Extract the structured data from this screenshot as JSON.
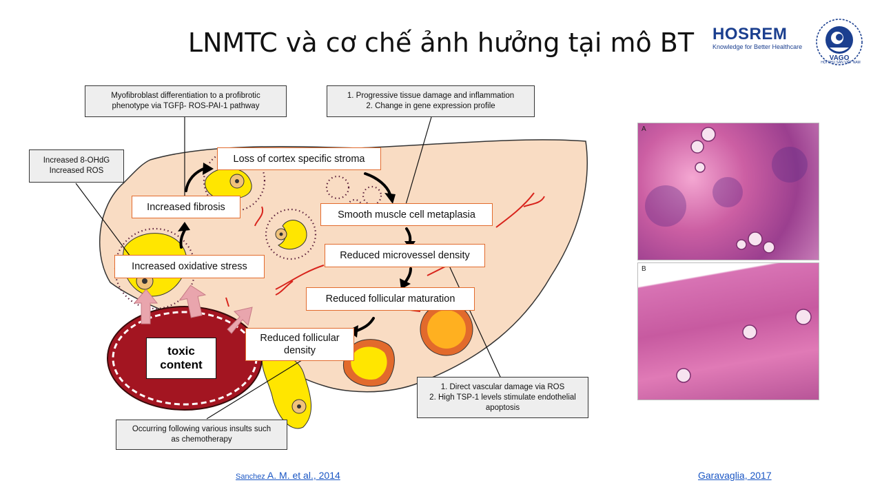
{
  "slide": {
    "title": "LNMTC và cơ chế ảnh hưởng tại mô BT"
  },
  "logos": {
    "hosrem_name": "HOSREM",
    "hosrem_tagline": "Knowledge for Better Healthcare",
    "vago_name": "VAGO",
    "vago_subtitle": "HỘI PHỤ SẢN VIỆT NAM"
  },
  "diagram": {
    "steps": [
      "Increased oxidative stress",
      "Increased fibrosis",
      "Loss of cortex specific stroma",
      "Smooth muscle cell metaplasia",
      "Reduced microvessel density",
      "Reduced follicular maturation",
      "Reduced follicular density"
    ],
    "notes": {
      "ohdg": "Increased 8-OHdG\nIncreased ROS",
      "myofibroblast": "Myofibroblast differentiation to a profibrotic phenotype via TGFβ- ROS-PAI-1 pathway",
      "progressive": "1. Progressive tissue damage and inflammation\n2. Change in gene expression profile",
      "vascular": "1. Direct vascular damage via ROS\n2. High TSP-1 levels stimulate endothelial apoptosis",
      "insults": "Occurring following various insults such as chemotherapy"
    },
    "toxic_label": "toxic content"
  },
  "histology": {
    "panel_a_label": "A",
    "panel_b_label": "B"
  },
  "references": {
    "left_prefix": "Sanchez",
    "left_rest": " A. M. et al., 2014",
    "right": "Garavaglia, 2017"
  },
  "colors": {
    "box_border": "#e26a2c",
    "tissue_fill": "#f9dcc3",
    "cyst_fill": "#a31521",
    "follicle_yellow": "#ffe600",
    "link": "#1a56c4"
  }
}
